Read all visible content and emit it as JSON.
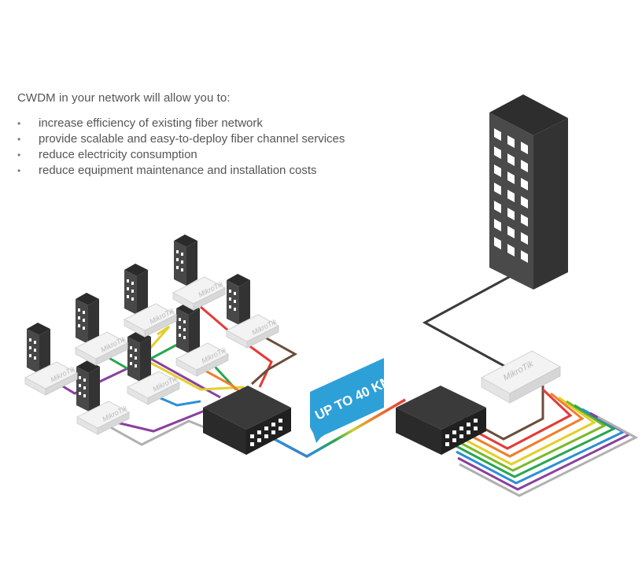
{
  "intro": {
    "title": "CWDM in your network will allow you to:",
    "benefits": [
      "increase efficiency of existing fiber network",
      "provide scalable and easy-to-deploy fiber channel services",
      "reduce electricity consumption",
      "reduce equipment maintenance and installation costs"
    ]
  },
  "diagram": {
    "distance_badge": "UP TO 40 KM",
    "switch_brand": "MikroTik",
    "colors": {
      "building": "#3f3f3f",
      "badge": "#2ea0d8",
      "fiber_channels": [
        "#e53935",
        "#f07e2a",
        "#e3cf2b",
        "#7ab829",
        "#27a64f",
        "#2a8fd4",
        "#8a3fa0",
        "#b0b0b0",
        "#6b4d3a",
        "#3a3a3a"
      ]
    }
  }
}
